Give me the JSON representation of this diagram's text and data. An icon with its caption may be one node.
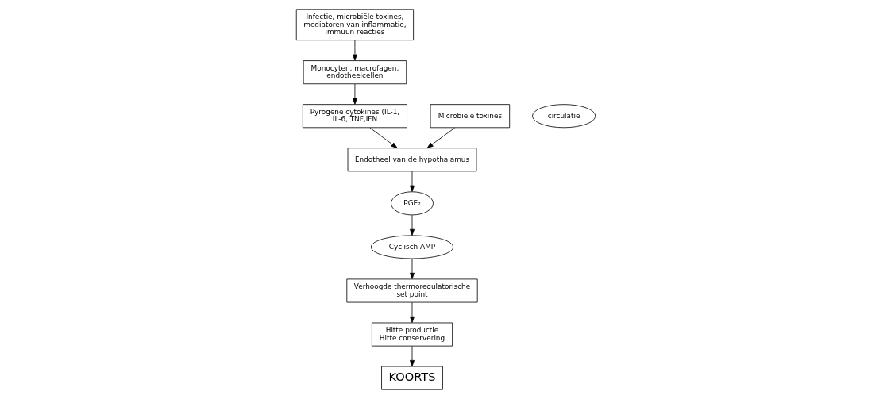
{
  "diagram": {
    "nodes": [
      {
        "text": [
          "Infectie, microbiële toxines, mediatoren van inflammatie, immuun reacties"
        ]
      },
      {
        "text": [
          "Monocyten, macrofagen, endotheelcellen"
        ]
      },
      {
        "text": [
          "Pyrogene cytokines (IL-1, IL-6, TNF,IFN"
        ]
      },
      {
        "text": [
          "circulatie"
        ]
      },
      {
        "text": [
          "Microbiële toxines"
        ]
      },
      {
        "text": [
          "Endotheel van de hypothalamus"
        ]
      },
      {
        "text": [
          "PGE₂"
        ]
      },
      {
        "text": [
          "Cyclisch AMP"
        ]
      },
      {
        "text": [
          "KOORTS"
        ]
      },
      {
        "text": [
          "Hitte productie",
          "Hitte conservering"
        ]
      },
      {
        "text": [
          "Verhoogde thermoregulatorische set point"
        ]
      }
    ],
    "edges": [
      {
        "from": 0,
        "to": 1,
        "arrow": "to"
      },
      {
        "from": 1,
        "to": 2,
        "arrow": "to"
      },
      {
        "from": 2,
        "to": 5,
        "arrow": "to"
      },
      {
        "from": 4,
        "to": 5,
        "arrow": "to"
      },
      {
        "from": 5,
        "to": 6,
        "arrow": "to"
      },
      {
        "from": 6,
        "to": 7,
        "arrow": "to"
      },
      {
        "from": 7,
        "to": 10,
        "arrow": "to"
      },
      {
        "from": 10,
        "to": 9,
        "arrow": "to"
      },
      {
        "from": 9,
        "to": 8,
        "arrow": "to"
      }
    ]
  }
}
